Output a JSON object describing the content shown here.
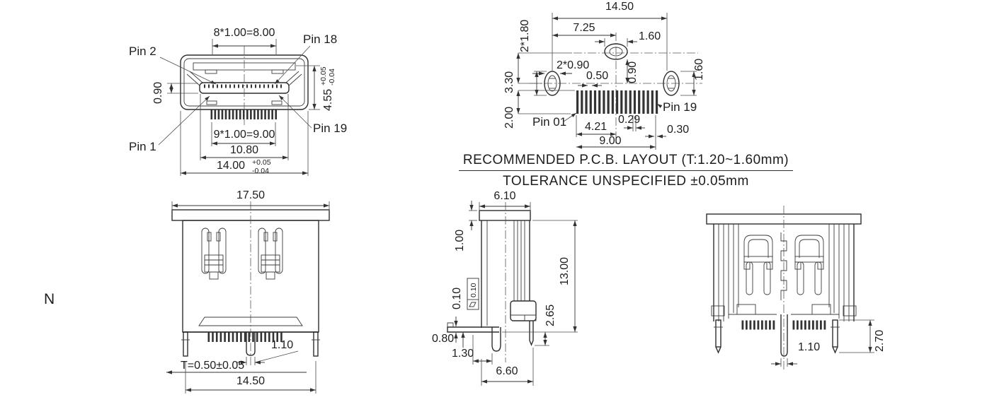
{
  "caption": {
    "line1": "RECOMMENDED  P.C.B. LAYOUT (T:1.20~1.60mm)",
    "line2": "TOLERANCE UNSPECIFIED ±0.05mm"
  },
  "stray_label": "N",
  "front_view": {
    "pin2": "Pin 2",
    "pin18": "Pin 18",
    "pin1": "Pin 1",
    "pin19": "Pin 19",
    "top_pitch": "8*1.00=8.00",
    "tongue_offset": "0.90",
    "height": "4.55",
    "height_tol_up": "+0.05",
    "height_tol_dn": "-0.04",
    "pin_pitch": "9*1.00=9.00",
    "pin_span": "10.80",
    "width": "14.00",
    "width_tol_up": "+0.05",
    "width_tol_dn": "-0.04"
  },
  "pcb_layout": {
    "overall": "14.50",
    "half": "7.25",
    "slot_w_top": "1.60",
    "slot_len": "2*1.80",
    "v_offset": "3.30",
    "slot_w_side": "2*0.90",
    "pad_pitch": "0.50",
    "v_gap": "0.90",
    "slot_h_right": "1.60",
    "pad_len": "2.00",
    "pin01": "Pin 01",
    "pin19": "Pin 19",
    "left_span": "4.21",
    "pad_w": "0.29",
    "row_span": "9.00",
    "end_pad": "0.30"
  },
  "rear_view": {
    "flange_w": "17.50",
    "pin_w": "1.10",
    "thickness": "T=0.50±0.05",
    "leg_span": "14.50"
  },
  "side_view": {
    "depth": "6.10",
    "flange_t": "1.00",
    "height": "13.00",
    "coplanarity": "0.10",
    "flatness": "0.10",
    "step": "2.65",
    "lip": "0.80",
    "foot": "1.30",
    "span": "6.60"
  },
  "end_view": {
    "pin_w": "1.10",
    "leg_len": "2.70"
  }
}
